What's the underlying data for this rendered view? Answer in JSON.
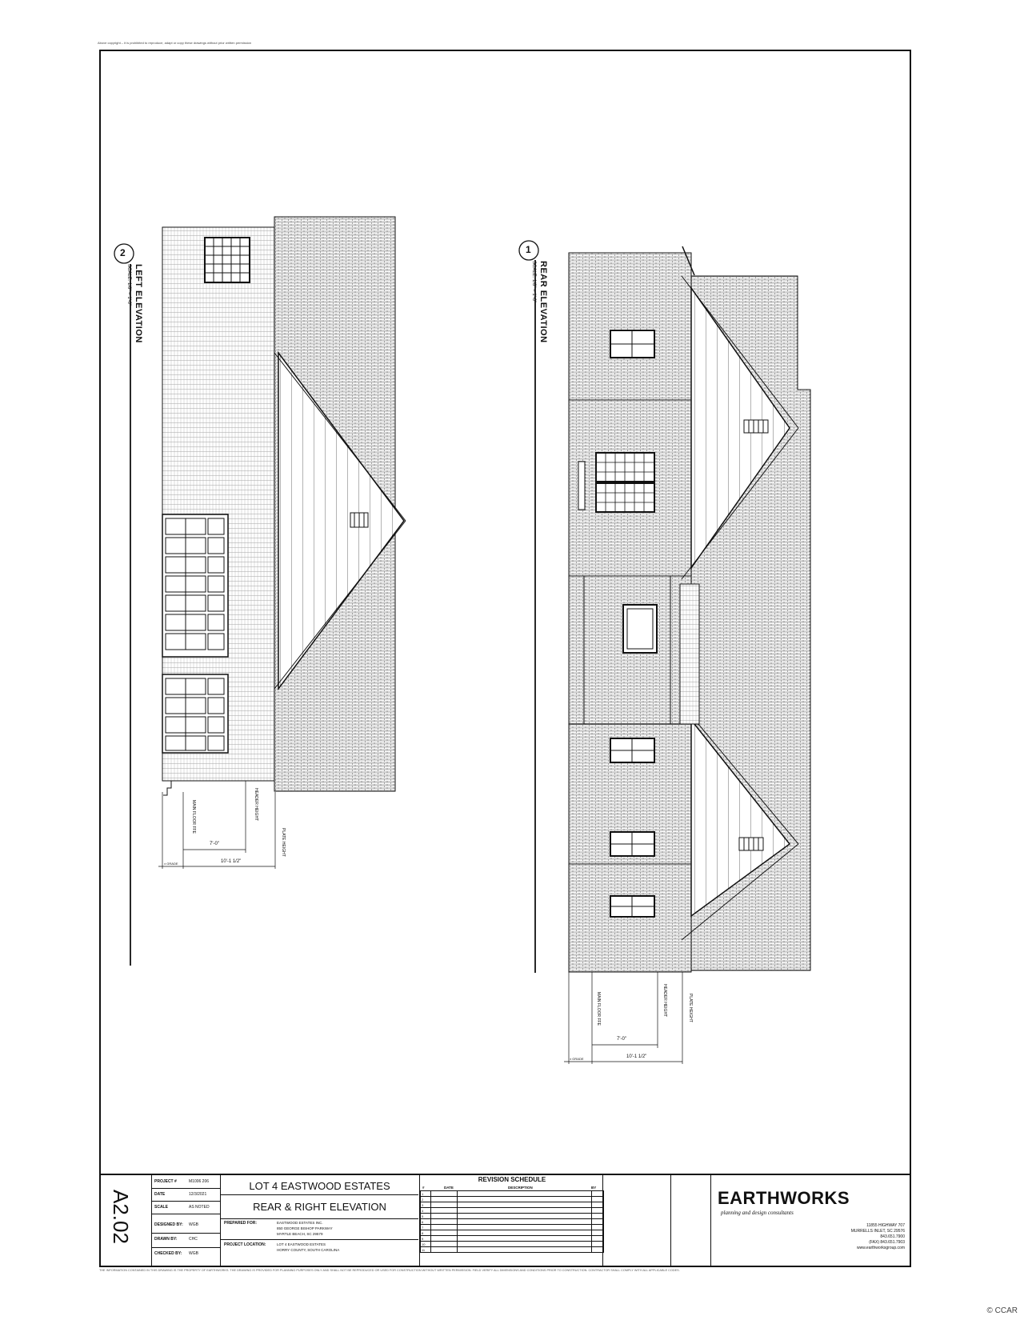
{
  "header_note": "Above copyright – it is prohibited to reproduce, adapt or copy these drawings without prior written permission",
  "left_elevation": {
    "number": "2",
    "title": "LEFT ELEVATION",
    "scale": "SCALE: 1/8\" = 1'-0\""
  },
  "rear_elevation": {
    "number": "1",
    "title": "REAR ELEVATION",
    "scale": "SCALE: 1/8\" = 1'-0\""
  },
  "dims": {
    "main_floor": "MAIN FLOOR FFE",
    "header_height": "HEADER HEIGHT",
    "plate_height": "PLATE HEIGHT",
    "dim_7_0": "7'-0\"",
    "dim_left_total": "10'-1 1/2\"",
    "dim_rear_total": "10'-1 1/2\"",
    "dim_grade": "± GRADE"
  },
  "title_block": {
    "sheet_number": "A2.02",
    "info": [
      {
        "key": "PROJECT #",
        "value": "M1006 206"
      },
      {
        "key": "DATE",
        "value": "12/3/2021"
      },
      {
        "key": "SCALE",
        "value": "AS NOTED"
      },
      {
        "key": "DESIGNED BY:",
        "value": "WGB"
      },
      {
        "key": "DRAWN BY:",
        "value": "CHC"
      },
      {
        "key": "CHECKED BY:",
        "value": "WGB"
      }
    ],
    "project_title": "LOT 4 EASTWOOD ESTATES",
    "sheet_title": "REAR & RIGHT ELEVATION",
    "prepared_for_label": "PREPARED FOR:",
    "prepared_for": [
      "EASTWOOD ESTATES INC.",
      "850 GEORGE BISHOP PARKWAY",
      "MYRTLE BEACH, SC 29579"
    ],
    "location_label": "PROJECT LOCATION:",
    "location": [
      "LOT 4 EASTWOOD ESTATES",
      "HORRY COUNTY, SOUTH CAROLINA"
    ],
    "revision_title": "REVISION SCHEDULE",
    "revision_headers": {
      "num": "#",
      "date": "DATE",
      "desc": "DESCRIPTION",
      "by": "BY"
    },
    "revision_rows": [
      "1",
      "2",
      "3",
      "4",
      "5",
      "6",
      "7",
      "8",
      "9",
      "10",
      "11"
    ],
    "firm_name": "EARTHWORKS",
    "firm_sub": "planning and design consultants",
    "firm_address": [
      "11855 HIGHWAY 707",
      "MURRELLS INLET, SC 29576",
      "843.651.7900",
      "(FAX) 843.651.7903",
      "www.earthworksgroup.com"
    ]
  },
  "footer_note": "THE INFORMATION CONTAINED IN THIS DRAWING IS THE PROPERTY OF EARTHWORKS. THE DRAWING IS PROVIDED FOR PLANNING PURPOSES ONLY AND SHALL NOT BE REPRODUCED OR USED FOR CONSTRUCTION WITHOUT WRITTEN PERMISSION. FIELD VERIFY ALL DIMENSIONS AND CONDITIONS PRIOR TO CONSTRUCTION. CONTRACTOR SHALL COMPLY WITH ALL APPLICABLE CODES.",
  "watermark": "© CCAR"
}
